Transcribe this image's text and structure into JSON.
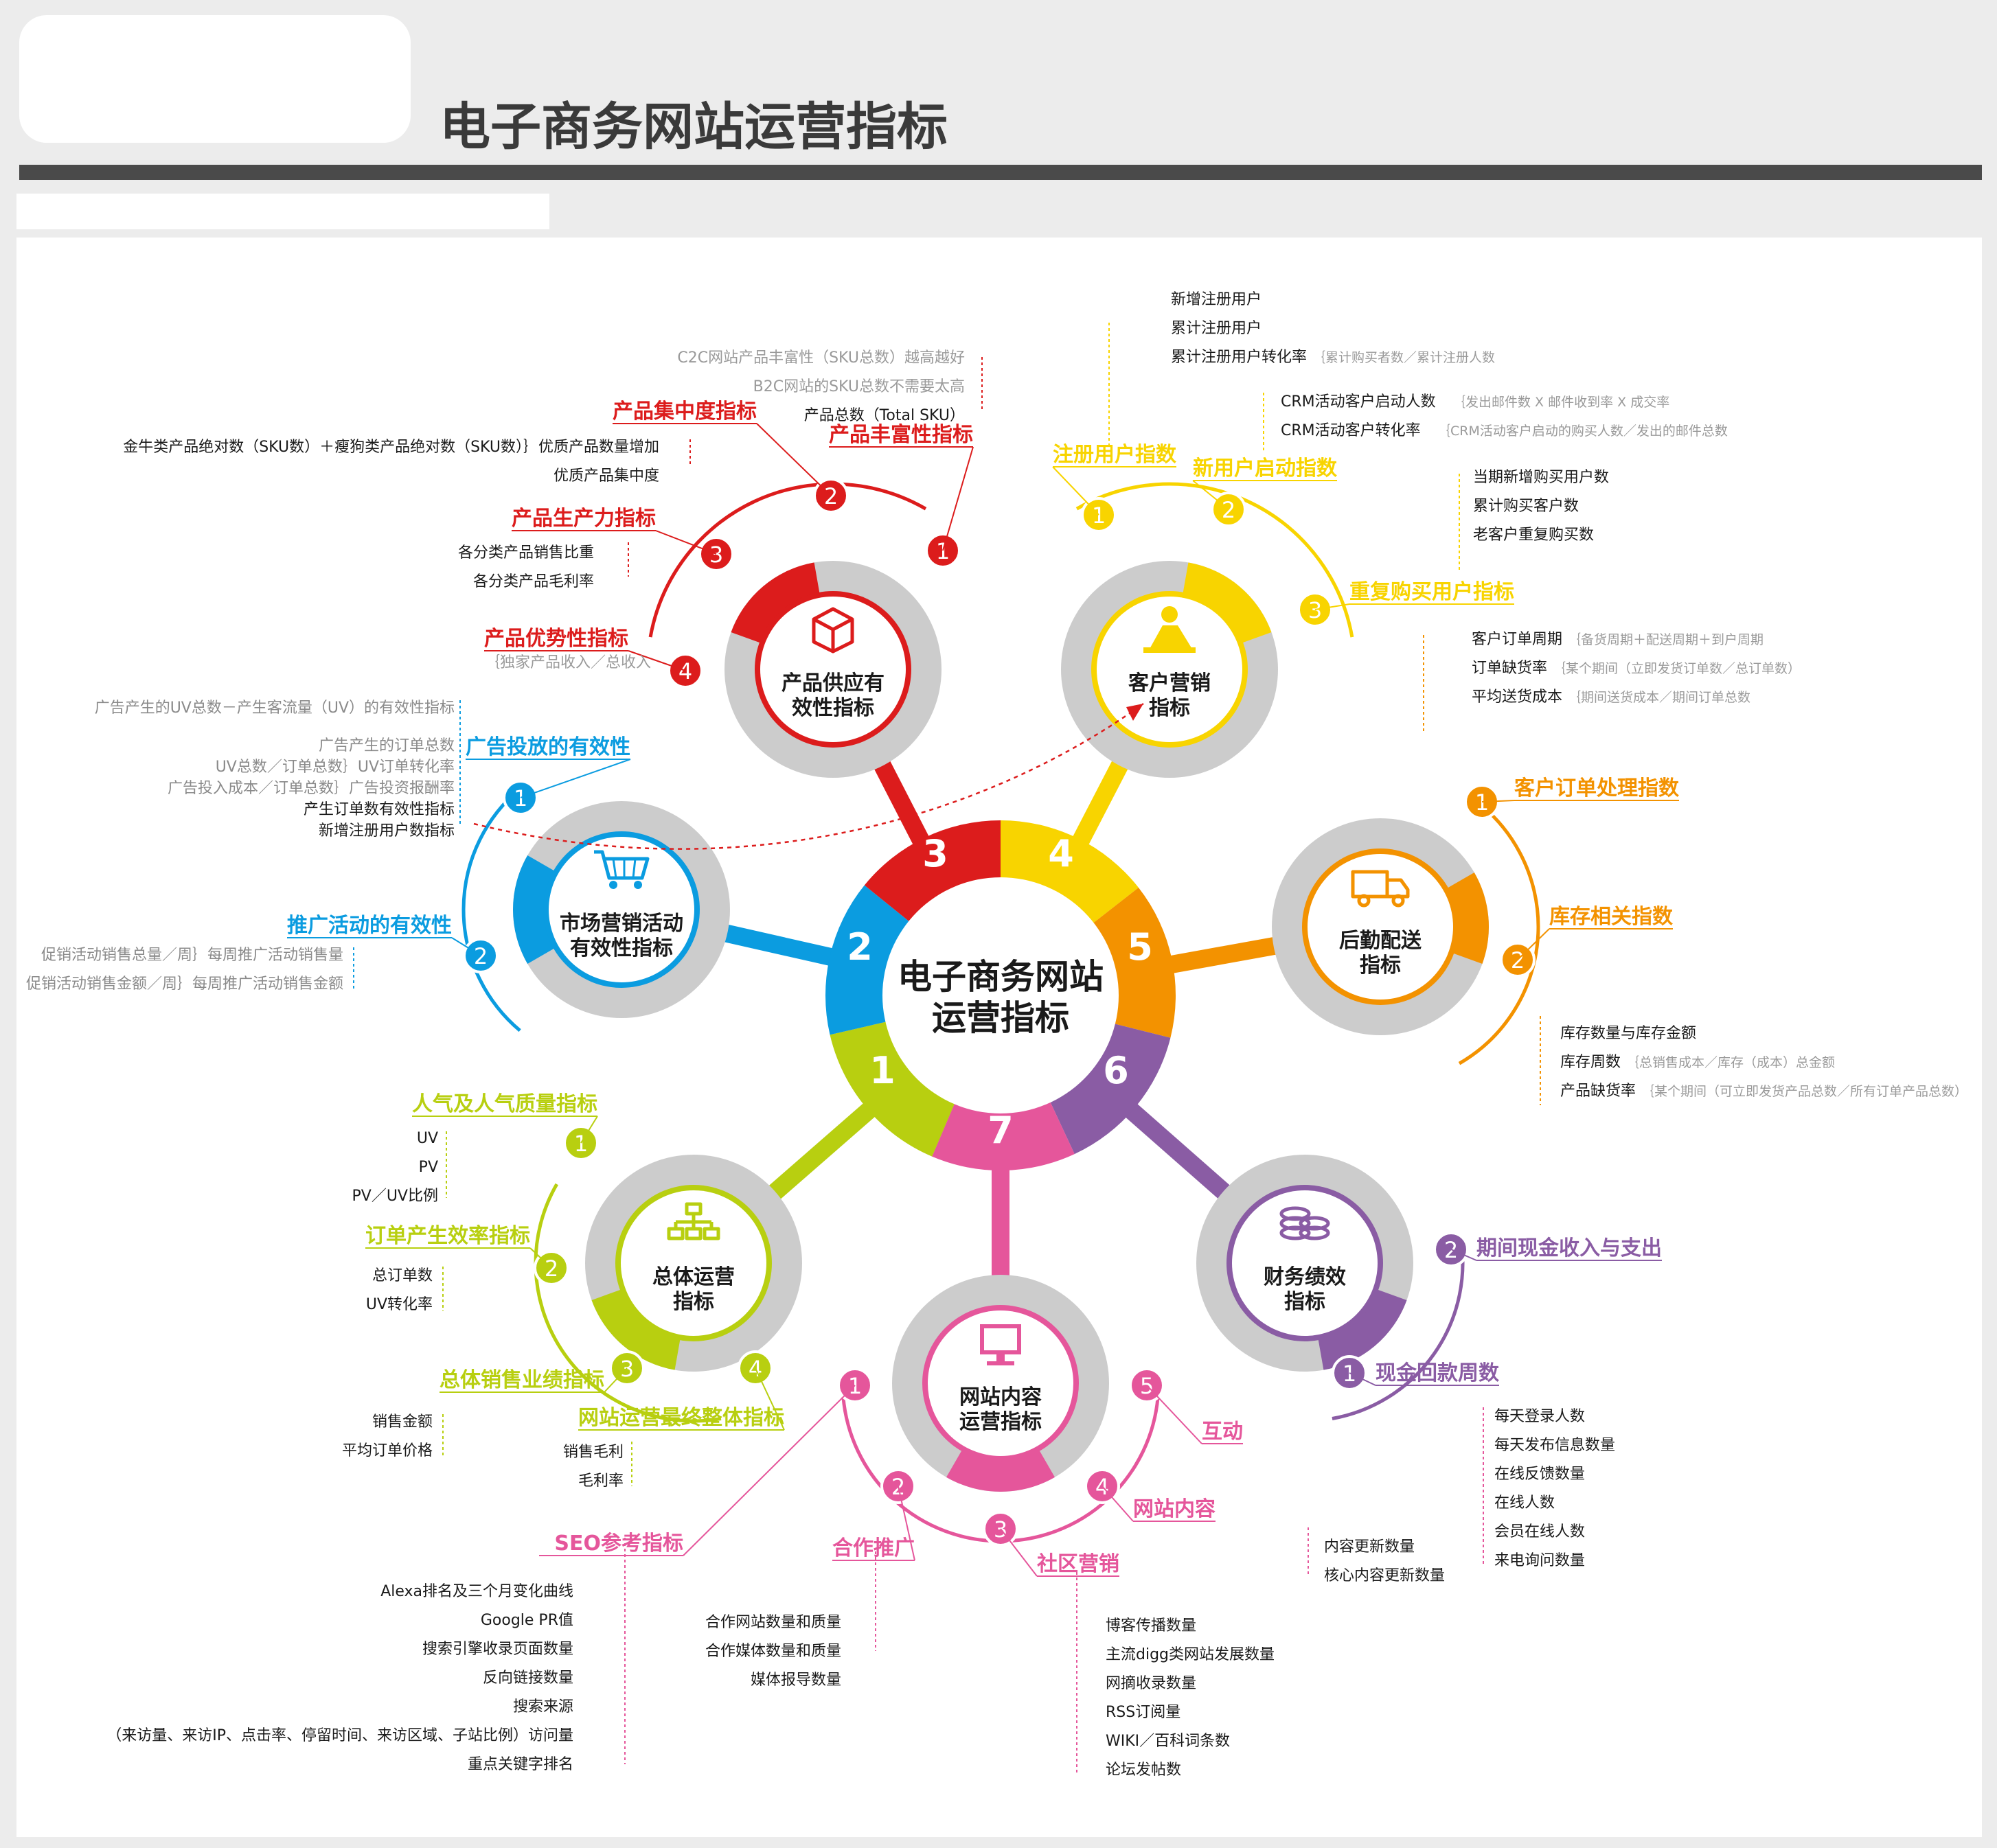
{
  "title": "电子商务网站运营指标",
  "center": {
    "line1": "电子商务网站",
    "line2": "运营指标"
  },
  "colors": {
    "red": "#dc1c1c",
    "blue": "#0b9ce0",
    "yellow": "#f8d400",
    "orange": "#f39200",
    "purple": "#8a5ca4",
    "pink": "#e5569b",
    "green": "#b8cf10",
    "gray": "#cccccc",
    "dark": "#4a4a4a"
  },
  "segments": [
    {
      "num": "1",
      "color": "#b8cf10"
    },
    {
      "num": "2",
      "color": "#0b9ce0"
    },
    {
      "num": "3",
      "color": "#dc1c1c"
    },
    {
      "num": "4",
      "color": "#f8d400"
    },
    {
      "num": "5",
      "color": "#f39200"
    },
    {
      "num": "6",
      "color": "#8a5ca4"
    },
    {
      "num": "7",
      "color": "#e5569b"
    }
  ],
  "modules": [
    {
      "id": "product",
      "icon": "cube-icon",
      "name1": "产品供应有",
      "name2": "效性指标",
      "color": "#dc1c1c",
      "items": [
        {
          "num": "1",
          "label": "产品丰富性指标",
          "notes": [
            "C2C网站产品丰富性（SKU总数）越高越好",
            "B2C网站的SKU总数不需要太高",
            "产品总数（Total SKU）"
          ]
        },
        {
          "num": "2",
          "label": "产品集中度指标",
          "notes": [
            "金牛类产品绝对数（SKU数）＋瘦狗类产品绝对数（SKU数）｝优质产品数量增加",
            "优质产品集中度"
          ]
        },
        {
          "num": "3",
          "label": "产品生产力指标",
          "notes": [
            "各分类产品销售比重",
            "各分类产品毛利率"
          ]
        },
        {
          "num": "4",
          "label": "产品优势性指标",
          "notes": [
            "｛独家产品收入／总收入"
          ]
        }
      ]
    },
    {
      "id": "customer",
      "icon": "person-icon",
      "name1": "客户营销",
      "name2": "指标",
      "color": "#f8d400",
      "items": [
        {
          "num": "1",
          "label": "注册用户指数",
          "notes": [
            "新增注册用户",
            "累计注册用户",
            "累计注册用户转化率",
            "｛累计购买者数／累计注册人数"
          ]
        },
        {
          "num": "2",
          "label": "新用户启动指数",
          "notes": [
            "CRM活动客户启动人数",
            "｛发出邮件数 X 邮件收到率 X 成交率",
            "CRM活动客户转化率",
            "｛CRM活动客户启动的购买人数／发出的邮件总数"
          ]
        },
        {
          "num": "3",
          "label": "重复购买用户指标",
          "notes": [
            "当期新增购买用户数",
            "累计购买客户数",
            "老客户重复购买数"
          ]
        }
      ]
    },
    {
      "id": "logistics",
      "icon": "truck-icon",
      "name1": "后勤配送",
      "name2": "指标",
      "color": "#f39200",
      "items": [
        {
          "num": "1",
          "label": "客户订单处理指数",
          "notes": [
            "客户订单周期",
            "｛备货周期＋配送周期＋到户周期",
            "订单缺货率",
            "｛某个期间（立即发货订单数／总订单数）",
            "平均送货成本",
            "｛期间送货成本／期间订单总数"
          ]
        },
        {
          "num": "2",
          "label": "库存相关指数",
          "notes": [
            "库存数量与库存金额",
            "库存周数",
            "｛总销售成本／库存（成本）总金额",
            "产品缺货率",
            "｛某个期间（可立即发货产品总数／所有订单产品总数）"
          ]
        }
      ]
    },
    {
      "id": "finance",
      "icon": "coins-icon",
      "name1": "财务绩效",
      "name2": "指标",
      "color": "#8a5ca4",
      "items": [
        {
          "num": "1",
          "label": "现金回款周数",
          "notes": []
        },
        {
          "num": "2",
          "label": "期间现金收入与支出",
          "notes": []
        }
      ]
    },
    {
      "id": "content",
      "icon": "monitor-icon",
      "name1": "网站内容",
      "name2": "运营指标",
      "color": "#e5569b",
      "items": [
        {
          "num": "1",
          "label": "SEO参考指标",
          "notes": [
            "Alexa排名及三个月变化曲线",
            "Google PR值",
            "搜索引擎收录页面数量",
            "反向链接数量",
            "搜索来源",
            "（来访量、来访IP、点击率、停留时间、来访区域、子站比例）访问量",
            "重点关键字排名"
          ]
        },
        {
          "num": "2",
          "label": "合作推广",
          "notes": [
            "合作网站数量和质量",
            "合作媒体数量和质量",
            "媒体报导数量"
          ]
        },
        {
          "num": "3",
          "label": "社区营销",
          "notes": [
            "博客传播数量",
            "主流digg类网站发展数量",
            "网摘收录数量",
            "RSS订阅量",
            "WIKI／百科词条数",
            "论坛发帖数"
          ]
        },
        {
          "num": "4",
          "label": "网站内容",
          "notes": [
            "内容更新数量",
            "核心内容更新数量"
          ]
        },
        {
          "num": "5",
          "label": "互动",
          "notes": [
            "每天登录人数",
            "每天发布信息数量",
            "在线反馈数量",
            "在线人数",
            "会员在线人数",
            "来电询问数量"
          ]
        }
      ]
    },
    {
      "id": "overall",
      "icon": "orgchart-icon",
      "name1": "总体运营",
      "name2": "指标",
      "color": "#b8cf10",
      "items": [
        {
          "num": "1",
          "label": "人气及人气质量指标",
          "notes": [
            "UV",
            "PV",
            "PV／UV比例"
          ]
        },
        {
          "num": "2",
          "label": "订单产生效率指标",
          "notes": [
            "总订单数",
            "UV转化率"
          ]
        },
        {
          "num": "3",
          "label": "总体销售业绩指标",
          "notes": [
            "销售金额",
            "平均订单价格"
          ]
        },
        {
          "num": "4",
          "label": "网站运营最终整体指标",
          "notes": [
            "销售毛利",
            "毛利率"
          ]
        }
      ]
    },
    {
      "id": "marketing",
      "icon": "cart-icon",
      "name1": "市场营销活动",
      "name2": "有效性指标",
      "color": "#0b9ce0",
      "items": [
        {
          "num": "1",
          "label": "广告投放的有效性",
          "notes": [
            "广告产生的UV总数－产生客流量（UV）的有效性指标",
            "广告产生的订单总数",
            "UV总数／订单总数｝UV订单转化率",
            "广告投入成本／订单总数｝广告投资报酬率",
            "产生订单数有效性指标",
            "新增注册用户数指标"
          ]
        },
        {
          "num": "2",
          "label": "推广活动的有效性",
          "notes": [
            "促销活动销售总量／周｝每周推广活动销售量",
            "促销活动销售金额／周｝每周推广活动销售金额"
          ]
        }
      ]
    }
  ]
}
